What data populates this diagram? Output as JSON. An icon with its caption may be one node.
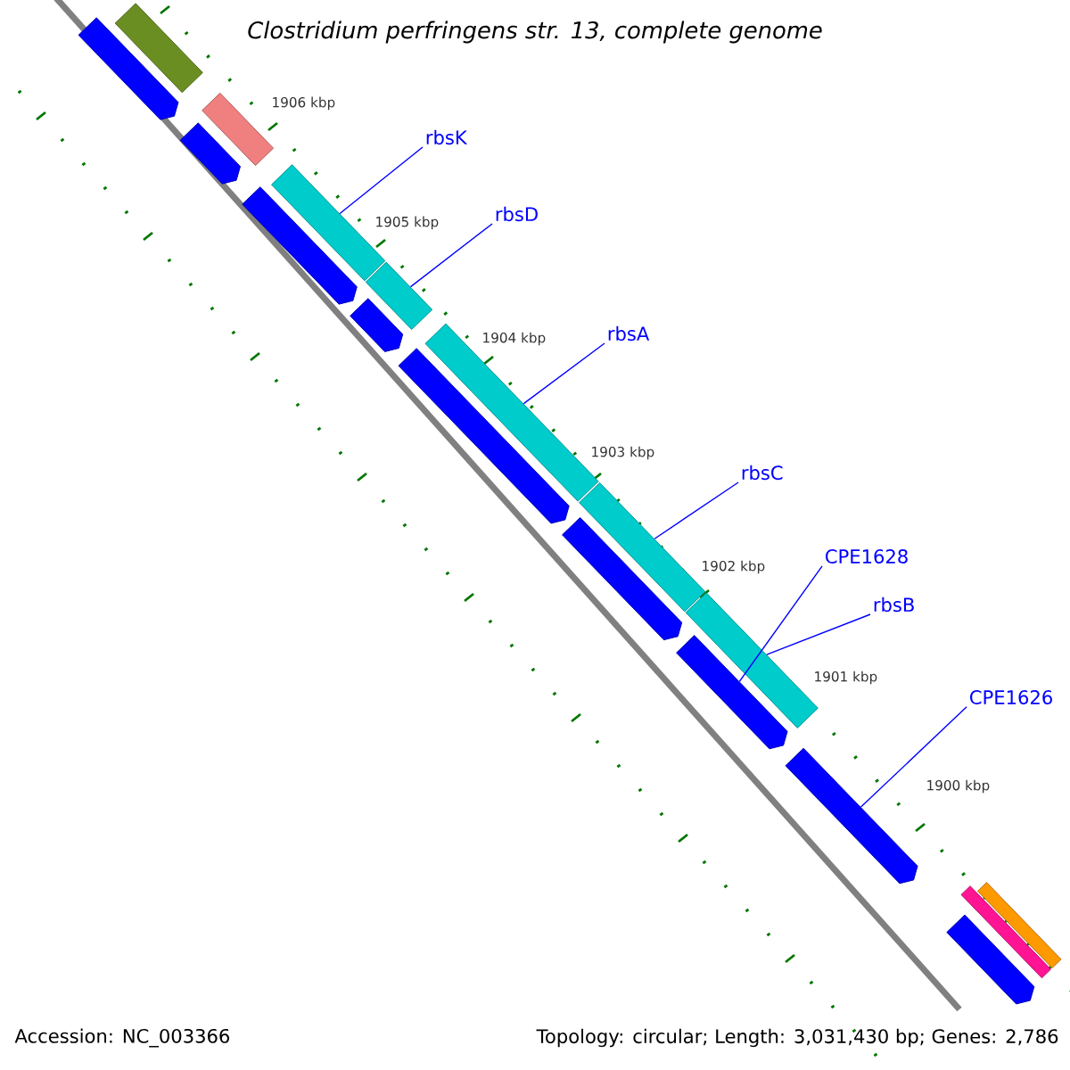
{
  "diagram": {
    "title": "Clostridium perfringens str. 13, complete genome",
    "nodes": [
      {
        "text": [
          "rbsK"
        ]
      },
      {
        "text": [
          "rbsD"
        ]
      },
      {
        "text": [
          "rbsA"
        ]
      },
      {
        "text": [
          "rbsC"
        ]
      },
      {
        "text": [
          "CPE1628"
        ]
      },
      {
        "text": [
          "rbsB"
        ]
      },
      {
        "text": [
          "CPE1626"
        ]
      },
      {
        "text": [],
        "shape": "bar"
      },
      {
        "text": [],
        "shape": "arrow"
      },
      {
        "text": [],
        "shape": "bar"
      },
      {
        "text": [],
        "shape": "arrow"
      },
      {
        "text": [],
        "shape": "bar"
      },
      {
        "text": [],
        "shape": "arrow"
      },
      {
        "text": [],
        "shape": "bar"
      },
      {
        "text": [],
        "shape": "arrow"
      },
      {
        "text": [],
        "shape": "bar"
      },
      {
        "text": [],
        "shape": "arrow"
      },
      {
        "text": [],
        "shape": "bar"
      },
      {
        "text": [],
        "shape": "arrow"
      },
      {
        "text": [],
        "shape": "bar"
      },
      {
        "text": [],
        "shape": "arrow"
      },
      {
        "text": [],
        "shape": "arrow"
      },
      {
        "text": [],
        "shape": "bar"
      },
      {
        "text": [],
        "shape": "bar"
      },
      {
        "text": [],
        "shape": "arrow"
      }
    ],
    "edges": [
      {
        "from": 0,
        "to": 11,
        "arrow": "none"
      },
      {
        "from": 1,
        "to": 13,
        "arrow": "none"
      },
      {
        "from": 2,
        "to": 15,
        "arrow": "none"
      },
      {
        "from": 3,
        "to": 17,
        "arrow": "none"
      },
      {
        "from": 4,
        "to": 20,
        "arrow": "none"
      },
      {
        "from": 5,
        "to": 19,
        "arrow": "none"
      },
      {
        "from": 6,
        "to": 21,
        "arrow": "none"
      }
    ],
    "labels": [
      "1906 kbp",
      "1905 kbp",
      "1904 kbp",
      "1903 kbp",
      "1902 kbp",
      "1901 kbp",
      "1900 kbp",
      "Accession: NC_003366",
      "Topology: circular; Length: 3,031,430 bp; Genes: 2,786"
    ]
  }
}
